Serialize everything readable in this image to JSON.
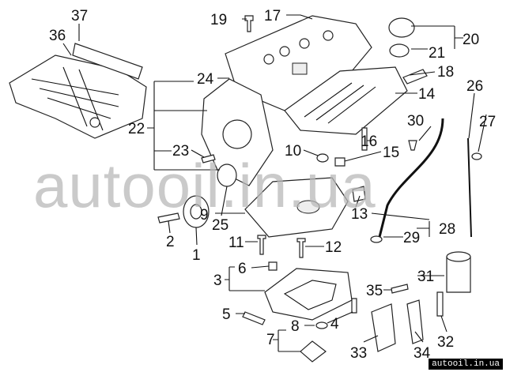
{
  "diagram": {
    "callouts": [
      "37",
      "36",
      "19",
      "17",
      "20",
      "21",
      "18",
      "24",
      "14",
      "26",
      "22",
      "27",
      "30",
      "16",
      "23",
      "10",
      "15",
      "25",
      "9",
      "13",
      "28",
      "2",
      "11",
      "12",
      "29",
      "1",
      "6",
      "3",
      "31",
      "35",
      "5",
      "4",
      "8",
      "7",
      "33",
      "34",
      "32"
    ]
  },
  "watermark": {
    "large": "autooil.in.ua",
    "small": "autooil.in.ua"
  }
}
